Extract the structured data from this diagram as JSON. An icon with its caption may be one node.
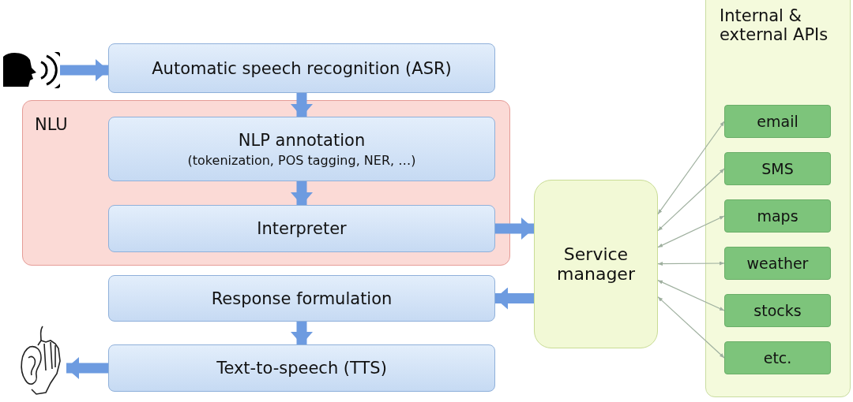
{
  "diagram": {
    "nodes": [
      {
        "text": [],
        "shape": "picture"
      },
      {
        "text": [
          "Automatic speech recognition (ASR)"
        ]
      },
      {
        "text": [
          "NLU"
        ]
      },
      {
        "text": [
          "NLP annotation",
          "(tokenization, POS tagging, NER, …)"
        ],
        "in": 2
      },
      {
        "text": [
          "Interpreter"
        ],
        "in": 2
      },
      {
        "text": [
          "Service manager"
        ]
      },
      {
        "text": [
          "Response formulation"
        ]
      },
      {
        "text": [
          "Text-to-speech (TTS)"
        ]
      },
      {
        "text": [],
        "shape": "picture"
      },
      {
        "text": [
          "Internal & external APIs"
        ]
      },
      {
        "text": [
          "email"
        ],
        "in": 9
      },
      {
        "text": [
          "SMS"
        ],
        "in": 9
      },
      {
        "text": [
          "maps"
        ],
        "in": 9
      },
      {
        "text": [
          "weather"
        ],
        "in": 9
      },
      {
        "text": [
          "stocks"
        ],
        "in": 9
      },
      {
        "text": [
          "etc."
        ],
        "in": 9
      }
    ],
    "edges": [
      {
        "from": 0,
        "to": 1,
        "arrow": "to"
      },
      {
        "from": 1,
        "to": 3,
        "arrow": "to"
      },
      {
        "from": 3,
        "to": 4,
        "arrow": "to"
      },
      {
        "from": 4,
        "to": 5,
        "arrow": "to"
      },
      {
        "from": 5,
        "to": 6,
        "arrow": "to"
      },
      {
        "from": 6,
        "to": 7,
        "arrow": "to"
      },
      {
        "from": 7,
        "to": 8,
        "arrow": "to"
      },
      {
        "from": 5,
        "to": 10,
        "arrow": "both",
        "color": "#9fb09f"
      },
      {
        "from": 5,
        "to": 11,
        "arrow": "both",
        "color": "#9fb09f"
      },
      {
        "from": 5,
        "to": 12,
        "arrow": "both",
        "color": "#9fb09f"
      },
      {
        "from": 5,
        "to": 13,
        "arrow": "both",
        "color": "#9fb09f"
      },
      {
        "from": 5,
        "to": 14,
        "arrow": "both",
        "color": "#9fb09f"
      },
      {
        "from": 5,
        "to": 15,
        "arrow": "both",
        "color": "#9fb09f"
      }
    ]
  }
}
